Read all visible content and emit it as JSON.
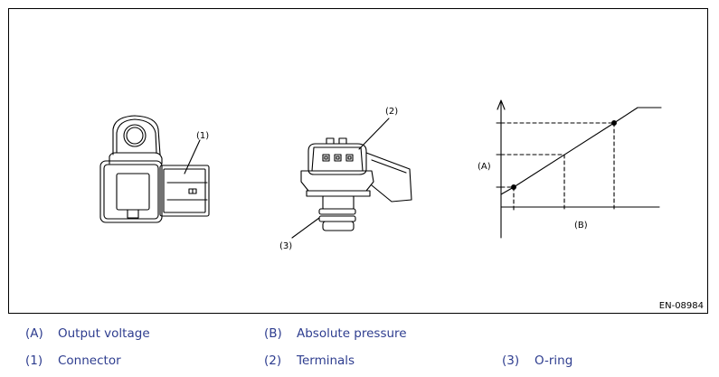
{
  "figure": {
    "id_code": "EN-08984",
    "callouts": {
      "connector": "(1)",
      "terminals": "(2)",
      "o_ring": "(3)",
      "axis_a": "(A)",
      "axis_b": "(B)"
    }
  },
  "legend": {
    "rows": [
      [
        {
          "key": "(A)",
          "text": "Output voltage"
        },
        {
          "key": "(B)",
          "text": "Absolute pressure"
        }
      ],
      [
        {
          "key": "(1)",
          "text": "Connector"
        },
        {
          "key": "(2)",
          "text": "Terminals"
        },
        {
          "key": "(3)",
          "text": "O-ring"
        }
      ]
    ]
  },
  "colors": {
    "line": "#000000",
    "legend_text": "#2e3d8f"
  }
}
